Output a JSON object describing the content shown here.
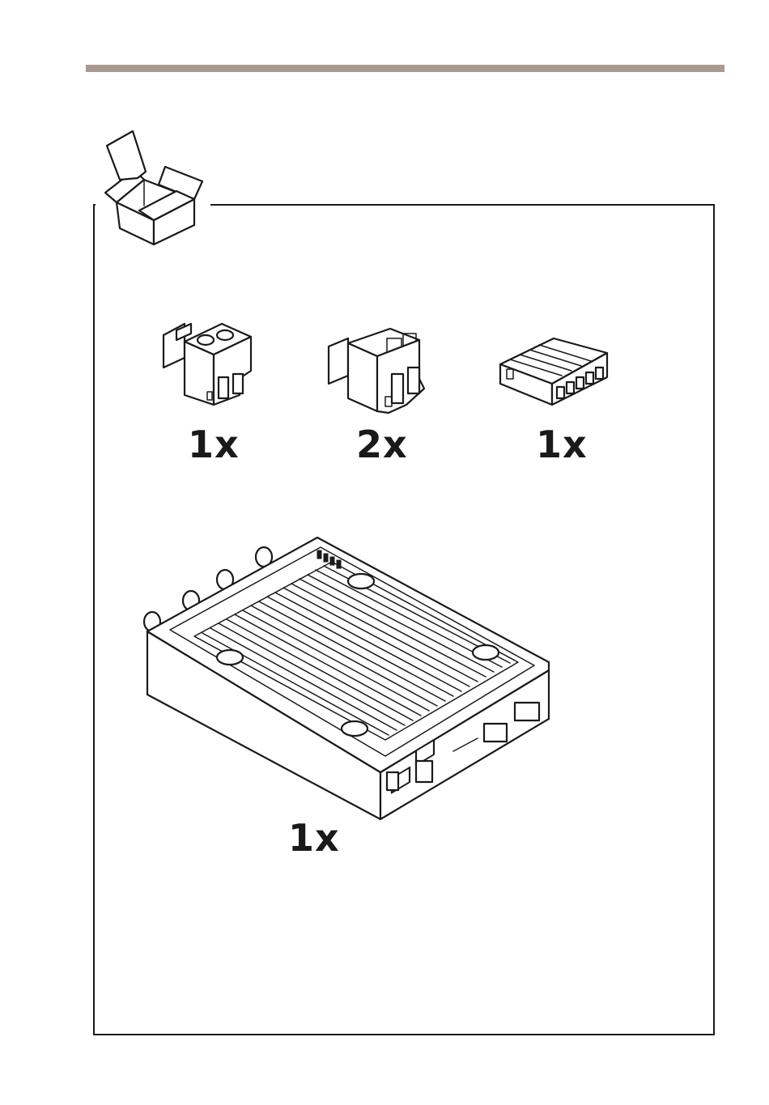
{
  "page": {
    "accent_rule_color": "#a89a8e",
    "frame_color": "#1a1a1a"
  },
  "package_icon": {
    "icon": "open-box-icon"
  },
  "items": [
    {
      "quantity": "1x",
      "icon": "terminal-block-connector-screw-icon"
    },
    {
      "quantity": "2x",
      "icon": "terminal-block-connector-2pin-icon"
    },
    {
      "quantity": "1x",
      "icon": "terminal-block-connector-6pin-icon"
    },
    {
      "quantity": "1x",
      "icon": "video-encoder-device-icon"
    }
  ]
}
